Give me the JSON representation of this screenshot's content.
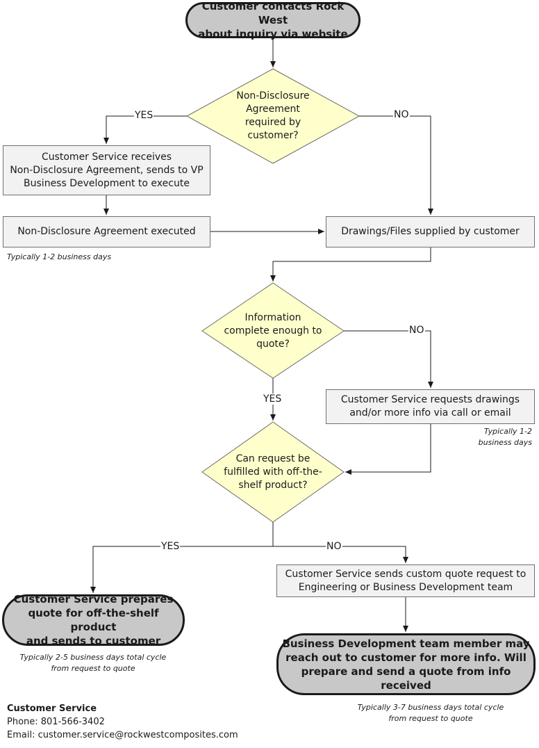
{
  "nodes": {
    "start": "Customer contacts Rock West\nabout inquiry via website",
    "nda_decision": "Non-Disclosure\nAgreement\nrequired by\ncustomer?",
    "cs_receives_nda": "Customer Service receives\nNon-Disclosure Agreement, sends to VP\nBusiness Development to execute",
    "nda_executed": "Non-Disclosure Agreement executed",
    "drawings_supplied": "Drawings/Files supplied by customer",
    "info_decision": "Information\ncomplete enough to\nquote?",
    "cs_requests_info": "Customer Service requests drawings\nand/or more info via call or email",
    "offshelf_decision": "Can request be\nfulfilled with off-the-\nshelf product?",
    "prepare_quote": "Customer Service prepares\nquote for off-the-shelf product\nand sends to customer",
    "custom_quote_request": "Customer Service sends custom quote request to\nEngineering or Business Development team",
    "bd_reach_out": "Business Development team member may\nreach out to customer for more info. Will\nprepare and send a quote from info received"
  },
  "labels": {
    "nda_yes": "YES",
    "nda_no": "NO",
    "info_no": "NO",
    "info_yes": "YES",
    "offshelf_yes": "YES",
    "offshelf_no": "NO"
  },
  "notes": {
    "nda_time": "Typically 1-2 business days",
    "request_time": "Typically 1-2\nbusiness days",
    "offshelf_cycle": "Typically 2-5 business days total cycle\nfrom request to quote",
    "custom_cycle": "Typically 3-7 business days total cycle\nfrom request to quote"
  },
  "contact": {
    "title": "Customer Service",
    "phone": "Phone: 801-566-3402",
    "email": "Email: customer.service@rockwestcomposites.com"
  },
  "colors": {
    "terminal_fill": "#c8c8c8",
    "process_fill": "#f2f2f2",
    "decision_fill": "#ffffcc",
    "line": "#1a1a1a"
  }
}
